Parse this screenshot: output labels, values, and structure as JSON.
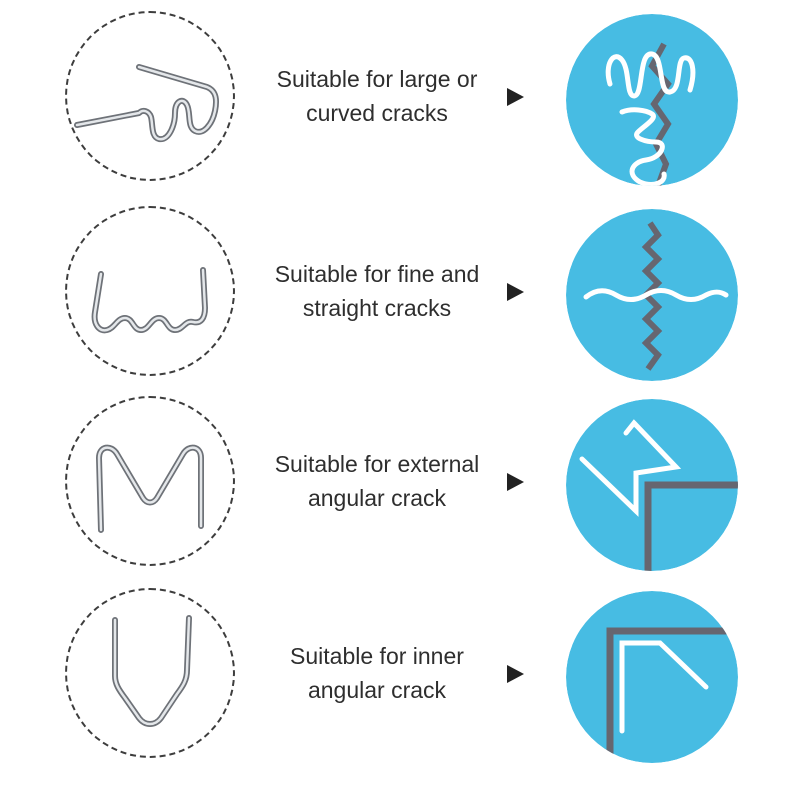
{
  "colors": {
    "accent_circle": "#47bce3",
    "crack_line": "#666670",
    "staple_line": "#ffffff",
    "wire_dark": "#6e7278",
    "wire_light": "#d6dade",
    "dashed_border": "#3d3d3d",
    "caption_text": "#2e2e2e"
  },
  "items": [
    {
      "caption_line1": "Suitable for large or",
      "caption_line2": "curved cracks",
      "staple_icon": "wavy-staple-icon",
      "crack_icon": "curved-crack-repair-icon"
    },
    {
      "caption_line1": "Suitable for fine and",
      "caption_line2": "straight cracks",
      "staple_icon": "flat-wave-staple-icon",
      "crack_icon": "straight-crack-repair-icon"
    },
    {
      "caption_line1": "Suitable for external",
      "caption_line2": "angular crack",
      "staple_icon": "m-shaped-staple-icon",
      "crack_icon": "external-angle-crack-repair-icon"
    },
    {
      "caption_line1": "Suitable for inner",
      "caption_line2": "angular crack",
      "staple_icon": "v-shaped-staple-icon",
      "crack_icon": "inner-angle-crack-repair-icon"
    }
  ]
}
